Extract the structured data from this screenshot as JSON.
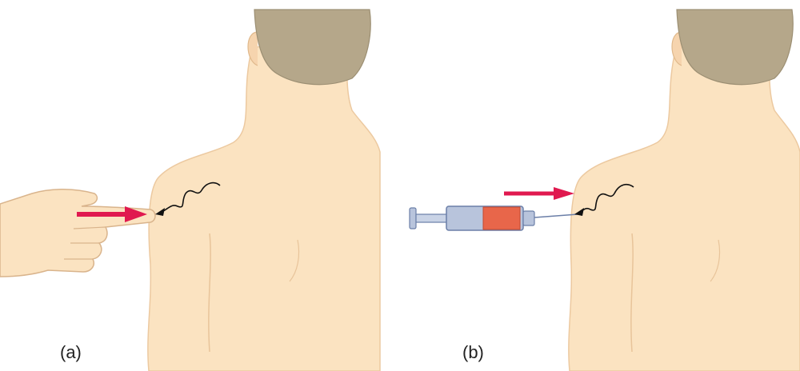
{
  "panels": [
    {
      "label": "(a)",
      "subject": "finger-pressing-shoulder"
    },
    {
      "label": "(b)",
      "subject": "syringe-injecting-shoulder"
    }
  ],
  "colors": {
    "skin": "#fbe3c1",
    "skin_outline": "#ecc9a0",
    "hair": "#b5a78a",
    "hair_dark": "#9c8f73",
    "arrow": "#e0194f",
    "nerve_line": "#111111",
    "syringe_barrel": "#b8c4dc",
    "syringe_outline": "#6b7fa8",
    "syringe_fluid": "#e8664a"
  },
  "icons": [
    "hand-pointing-icon",
    "syringe-icon",
    "force-arrow-icon",
    "nerve-signal-icon"
  ]
}
